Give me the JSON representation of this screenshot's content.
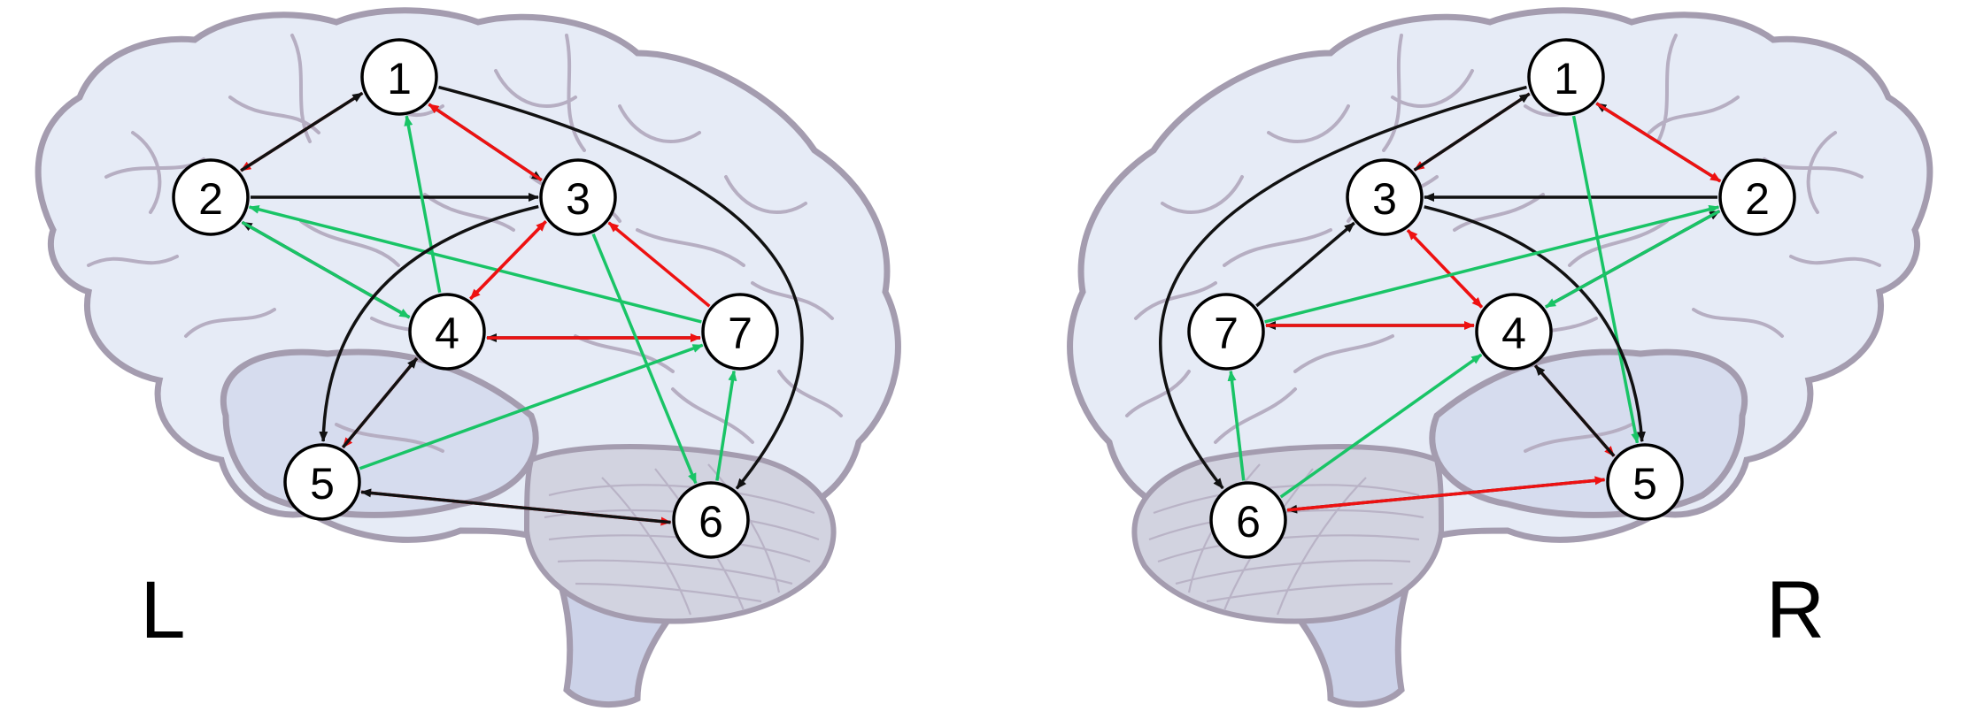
{
  "colors": {
    "black": "#111111",
    "red": "#ee1111",
    "green": "#19c466"
  },
  "panels": [
    {
      "id": "left",
      "label": "L",
      "nodes": [
        {
          "id": "1",
          "label": "1"
        },
        {
          "id": "2",
          "label": "2"
        },
        {
          "id": "3",
          "label": "3"
        },
        {
          "id": "4",
          "label": "4"
        },
        {
          "id": "5",
          "label": "5"
        },
        {
          "id": "6",
          "label": "6"
        },
        {
          "id": "7",
          "label": "7"
        }
      ],
      "edges": [
        {
          "from": "1",
          "to": "2",
          "color": "red"
        },
        {
          "from": "2",
          "to": "1",
          "color": "black"
        },
        {
          "from": "2",
          "to": "3",
          "color": "black"
        },
        {
          "from": "1",
          "to": "3",
          "color": "black"
        },
        {
          "from": "3",
          "to": "1",
          "color": "red"
        },
        {
          "from": "4",
          "to": "2",
          "color": "black"
        },
        {
          "from": "2",
          "to": "4",
          "color": "green"
        },
        {
          "from": "7",
          "to": "2",
          "color": "green"
        },
        {
          "from": "4",
          "to": "1",
          "color": "green"
        },
        {
          "from": "3",
          "to": "4",
          "color": "red"
        },
        {
          "from": "4",
          "to": "3",
          "color": "red"
        },
        {
          "from": "7",
          "to": "4",
          "color": "black"
        },
        {
          "from": "4",
          "to": "7",
          "color": "red"
        },
        {
          "from": "7",
          "to": "3",
          "color": "red"
        },
        {
          "from": "3",
          "to": "6",
          "color": "green"
        },
        {
          "from": "6",
          "to": "7",
          "color": "green"
        },
        {
          "from": "5",
          "to": "7",
          "color": "green"
        },
        {
          "from": "4",
          "to": "5",
          "color": "red"
        },
        {
          "from": "5",
          "to": "4",
          "color": "black"
        },
        {
          "from": "5",
          "to": "6",
          "color": "red"
        },
        {
          "from": "6",
          "to": "5",
          "color": "black"
        },
        {
          "from": "3",
          "to": "5",
          "color": "black"
        },
        {
          "from": "1",
          "to": "6",
          "color": "black"
        }
      ]
    },
    {
      "id": "right",
      "label": "R",
      "nodes": [
        {
          "id": "1",
          "label": "1"
        },
        {
          "id": "2",
          "label": "2"
        },
        {
          "id": "3",
          "label": "3"
        },
        {
          "id": "4",
          "label": "4"
        },
        {
          "id": "5",
          "label": "5"
        },
        {
          "id": "6",
          "label": "6"
        },
        {
          "id": "7",
          "label": "7"
        }
      ],
      "edges": [
        {
          "from": "1",
          "to": "3",
          "color": "red"
        },
        {
          "from": "3",
          "to": "1",
          "color": "black"
        },
        {
          "from": "2",
          "to": "1",
          "color": "black"
        },
        {
          "from": "1",
          "to": "2",
          "color": "red"
        },
        {
          "from": "2",
          "to": "3",
          "color": "black"
        },
        {
          "from": "1",
          "to": "5",
          "color": "green"
        },
        {
          "from": "1",
          "to": "6",
          "color": "black"
        },
        {
          "from": "3",
          "to": "4",
          "color": "red"
        },
        {
          "from": "4",
          "to": "3",
          "color": "red"
        },
        {
          "from": "3",
          "to": "5",
          "color": "black"
        },
        {
          "from": "7",
          "to": "3",
          "color": "black"
        },
        {
          "from": "7",
          "to": "2",
          "color": "green"
        },
        {
          "from": "4",
          "to": "2",
          "color": "black"
        },
        {
          "from": "2",
          "to": "4",
          "color": "green"
        },
        {
          "from": "4",
          "to": "7",
          "color": "black"
        },
        {
          "from": "7",
          "to": "4",
          "color": "red"
        },
        {
          "from": "4",
          "to": "5",
          "color": "red"
        },
        {
          "from": "5",
          "to": "4",
          "color": "black"
        },
        {
          "from": "6",
          "to": "4",
          "color": "green"
        },
        {
          "from": "6",
          "to": "7",
          "color": "green"
        },
        {
          "from": "5",
          "to": "6",
          "color": "black"
        },
        {
          "from": "6",
          "to": "5",
          "color": "red"
        }
      ]
    }
  ]
}
